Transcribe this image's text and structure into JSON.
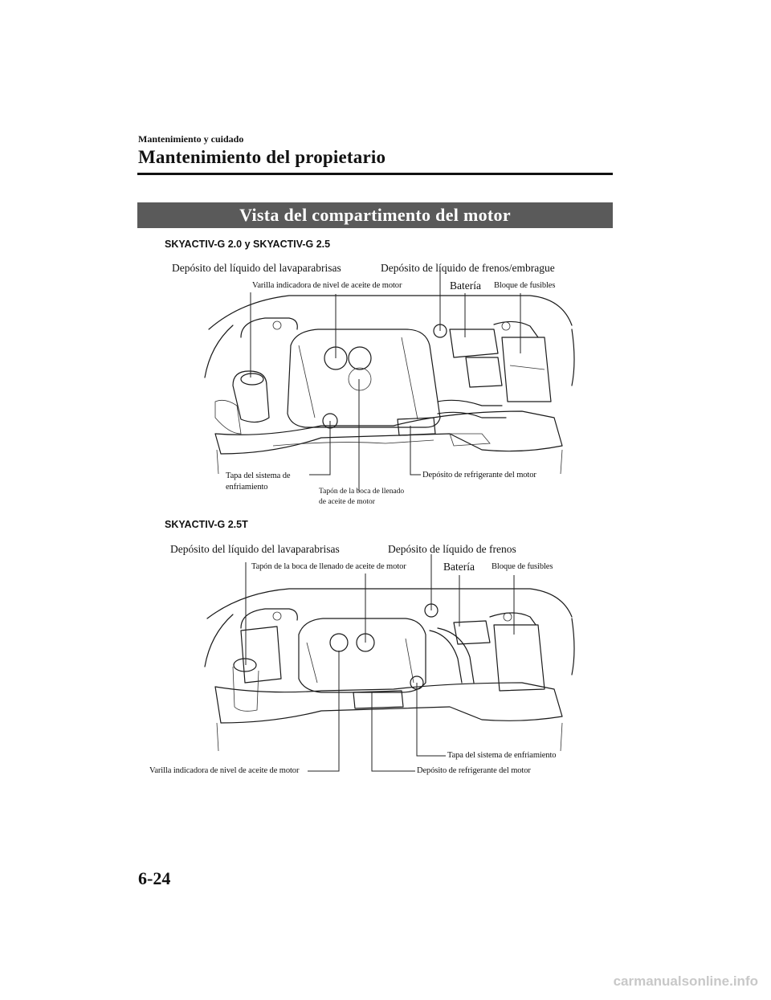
{
  "header": {
    "running_head": "Mantenimiento y cuidado",
    "title": "Mantenimiento del propietario"
  },
  "banner": "Vista del compartimento del motor",
  "diagram1": {
    "variant": "SKYACTIV-G 2.0 y SKYACTIV-G 2.5",
    "labels": {
      "washer": "Depósito del líquido del lavaparabrisas",
      "brake": "Depósito de líquido de frenos/embrague",
      "dipstick": "Varilla indicadora de nivel de aceite de motor",
      "battery": "Batería",
      "fuse": "Bloque de fusibles",
      "cap_line1": "Tapa del sistema de",
      "cap_line2": "enfriamiento",
      "filler_line1": "Tapón de la boca de llenado",
      "filler_line2": "de aceite de motor",
      "coolant": "Depósito de refrigerante del motor"
    }
  },
  "diagram2": {
    "variant": "SKYACTIV-G 2.5T",
    "labels": {
      "washer": "Depósito del líquido del lavaparabrisas",
      "brake": "Depósito de líquido de frenos",
      "filler": "Tapón de la boca de llenado de aceite de motor",
      "battery": "Batería",
      "fuse": "Bloque de fusibles",
      "cap": "Tapa del sistema de enfriamiento",
      "dipstick": "Varilla indicadora de nivel de aceite de motor",
      "coolant": "Depósito de refrigerante del motor"
    }
  },
  "footer": {
    "page_number": "6-24",
    "watermark": "carmanualsonline.info"
  }
}
